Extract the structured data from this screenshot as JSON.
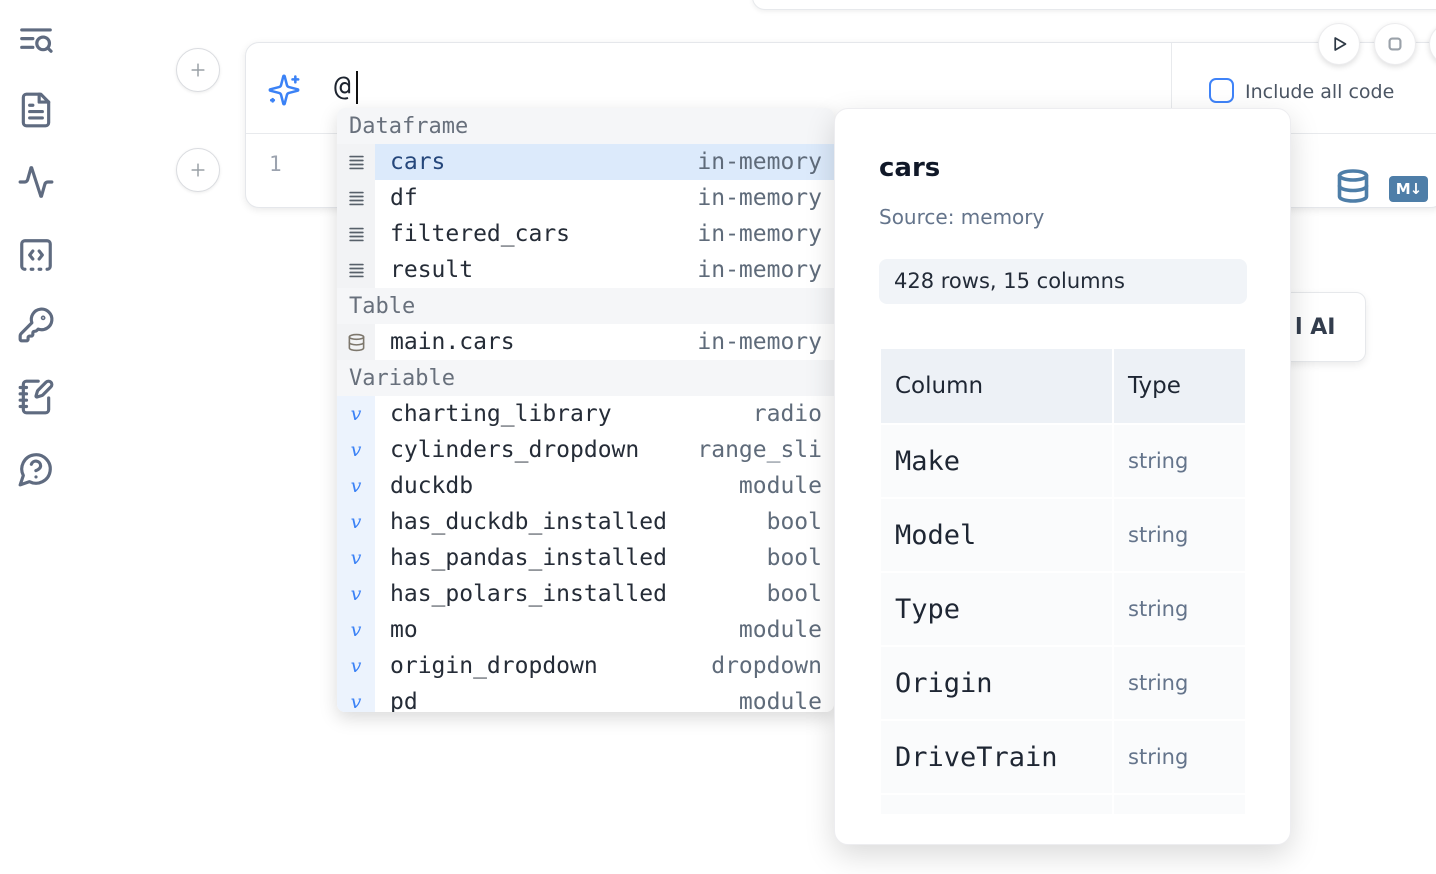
{
  "colors": {
    "accent": "#3b82f6",
    "steel_blue": "#4e7ea8",
    "selected_row_bg": "#dceafb"
  },
  "sidebar": {
    "icons": [
      "list-search-icon",
      "file-text-icon",
      "activity-icon",
      "code-square-dashed-icon",
      "key-icon",
      "notebook-pen-icon",
      "help-circle-icon"
    ]
  },
  "prompt": {
    "value": "@",
    "include_all_code_label": "Include all code"
  },
  "cell": {
    "line_number": "1",
    "language_icons": [
      "database-icon",
      "markdown-icon"
    ]
  },
  "autocomplete": {
    "selected_item": "cars",
    "sections": [
      {
        "label": "Dataframe",
        "items": [
          {
            "name": "cars",
            "type": "in-memory"
          },
          {
            "name": "df",
            "type": "in-memory"
          },
          {
            "name": "filtered_cars",
            "type": "in-memory"
          },
          {
            "name": "result",
            "type": "in-memory"
          }
        ]
      },
      {
        "label": "Table",
        "items": [
          {
            "name": "main.cars",
            "type": "in-memory"
          }
        ]
      },
      {
        "label": "Variable",
        "items": [
          {
            "name": "charting_library",
            "type": "radio"
          },
          {
            "name": "cylinders_dropdown",
            "type": "range_sli"
          },
          {
            "name": "duckdb",
            "type": "module"
          },
          {
            "name": "has_duckdb_installed",
            "type": "bool"
          },
          {
            "name": "has_pandas_installed",
            "type": "bool"
          },
          {
            "name": "has_polars_installed",
            "type": "bool"
          },
          {
            "name": "mo",
            "type": "module"
          },
          {
            "name": "origin_dropdown",
            "type": "dropdown"
          },
          {
            "name": "pd",
            "type": "module"
          }
        ]
      }
    ]
  },
  "preview": {
    "title": "cars",
    "source_label": "Source: memory",
    "shape": "428 rows, 15 columns",
    "table": {
      "col_header": "Column",
      "type_header": "Type",
      "rows": [
        {
          "column": "Make",
          "type": "string"
        },
        {
          "column": "Model",
          "type": "string"
        },
        {
          "column": "Type",
          "type": "string"
        },
        {
          "column": "Origin",
          "type": "string"
        },
        {
          "column": "DriveTrain",
          "type": "string"
        }
      ]
    }
  },
  "ai_button": {
    "partial_label": "l",
    "label": "AI"
  }
}
